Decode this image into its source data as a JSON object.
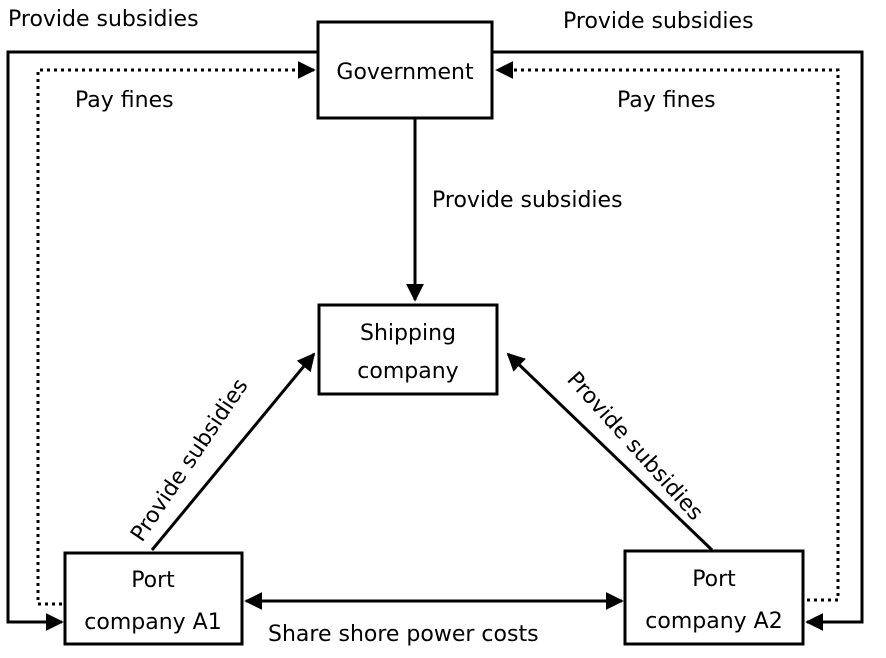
{
  "nodes": {
    "government": {
      "label": "Government"
    },
    "shipping": {
      "line1": "Shipping",
      "line2": "company"
    },
    "port_a1": {
      "line1": "Port",
      "line2": "company A1"
    },
    "port_a2": {
      "line1": "Port",
      "line2": "company A2"
    }
  },
  "edges": {
    "gov_to_a1_subsidies": "Provide subsidies",
    "gov_to_a2_subsidies": "Provide subsidies",
    "a1_to_gov_fines": "Pay fines",
    "a2_to_gov_fines": "Pay fines",
    "gov_to_shipping_subsidies": "Provide subsidies",
    "a1_to_shipping_subsidies": "Provide subsidies",
    "a2_to_shipping_subsidies": "Provide subsidies",
    "a1_a2_share_costs": "Share shore power costs"
  }
}
